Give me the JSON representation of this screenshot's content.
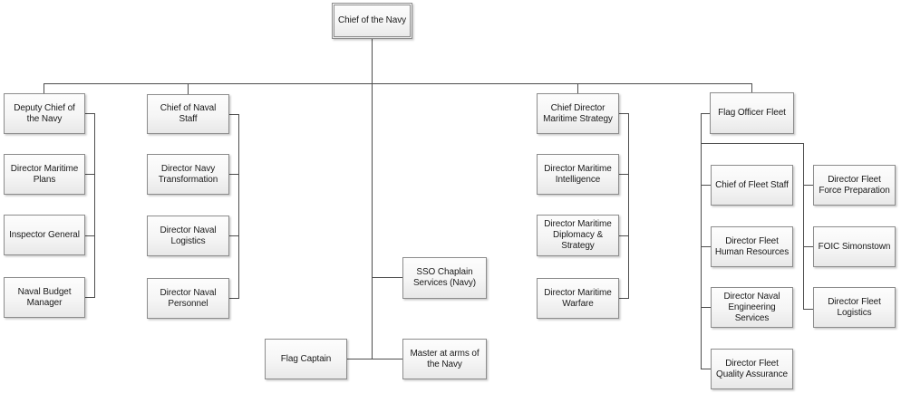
{
  "diagram": {
    "type": "org_chart",
    "root": "Chief of the Navy",
    "hierarchy": {
      "Chief of the Navy": {
        "Deputy Chief of the Navy": [
          "Director Maritime Plans",
          "Inspector General",
          "Naval Budget Manager"
        ],
        "Chief of Naval Staff": [
          "Director Navy Transformation",
          "Director Naval Logistics",
          "Director Naval Personnel"
        ],
        "direct_attachments": [
          "SSO Chaplain Services (Navy)",
          "Flag Captain",
          "Master at arms of the Navy"
        ],
        "Chief Director Maritime Strategy": [
          "Director Maritime Intelligence",
          "Director Maritime Diplomacy & Strategy",
          "Director Maritime Warfare"
        ],
        "Flag Officer Fleet": {
          "left_column": [
            "Chief of Fleet Staff",
            "Director Fleet Human Resources",
            "Director Naval Engineering Services",
            "Director Fleet Quality Assurance"
          ],
          "right_column": [
            "Director Fleet Force Preparation",
            "FOIC Simonstown",
            "Director Fleet Logistics"
          ]
        }
      }
    }
  },
  "nodes": {
    "chief_of_the_navy": "Chief of the Navy",
    "deputy_chief_of_the_navy": "Deputy Chief of the Navy",
    "director_maritime_plans": "Director Maritime Plans",
    "inspector_general": "Inspector General",
    "naval_budget_manager": "Naval Budget Manager",
    "chief_of_naval_staff": "Chief of Naval Staff",
    "director_navy_transformation": "Director Navy Transformation",
    "director_naval_logistics": "Director Naval Logistics",
    "director_naval_personnel": "Director Naval Personnel",
    "sso_chaplain_services_navy": "SSO Chaplain Services (Navy)",
    "flag_captain": "Flag Captain",
    "master_at_arms_of_the_navy": "Master at arms of the Navy",
    "chief_director_maritime_strategy": "Chief Director Maritime Strategy",
    "director_maritime_intelligence": "Director Maritime Intelligence",
    "director_maritime_diplomacy_strategy": "Director Maritime Diplomacy & Strategy",
    "director_maritime_warfare": "Director Maritime Warfare",
    "flag_officer_fleet": "Flag Officer Fleet",
    "chief_of_fleet_staff": "Chief of Fleet Staff",
    "director_fleet_human_resources": "Director Fleet Human Resources",
    "director_naval_engineering_services": "Director Naval Engineering Services",
    "director_fleet_quality_assurance": "Director Fleet Quality Assurance",
    "director_fleet_force_preparation": "Director Fleet Force Preparation",
    "foic_simonstown": "FOIC Simonstown",
    "director_fleet_logistics": "Director Fleet Logistics"
  },
  "colors": {
    "line": "#4d4d4d",
    "box_border": "#8c8c8c",
    "box_fill_top": "#fdfdfd",
    "box_fill_bottom": "#e8e8e8",
    "text": "#1a1a1a",
    "background": "#ffffff"
  }
}
